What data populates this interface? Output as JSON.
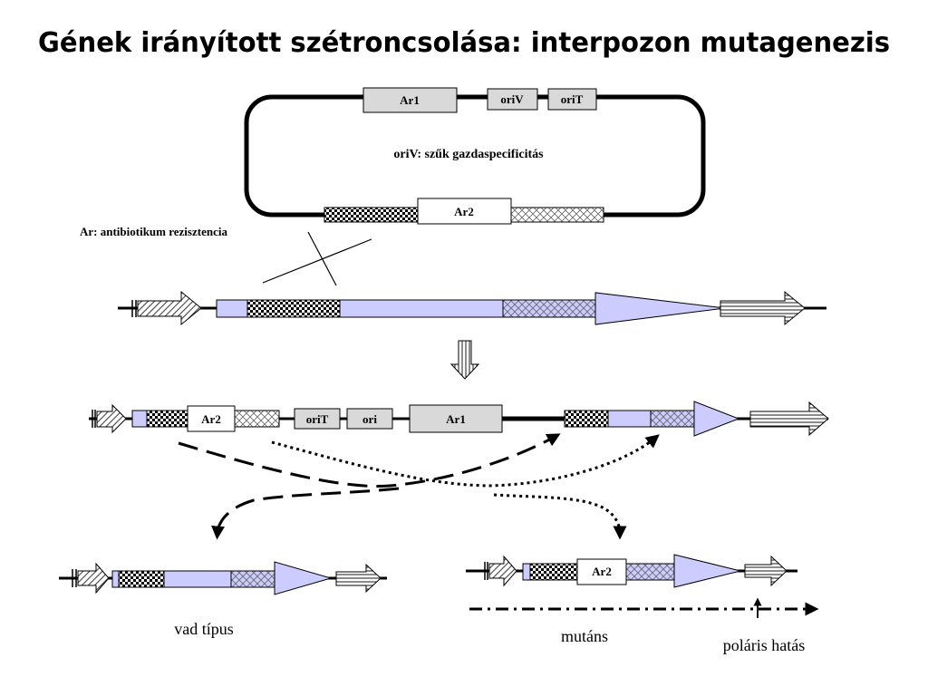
{
  "title": "Gének irányított szétroncsolása: interpozon mutagenezis",
  "plasmid": {
    "ar1": "Ar1",
    "oriV": "oriV",
    "oriT": "oriT",
    "note": "oriV: szűk gazdaspecificitás",
    "ar2": "Ar2"
  },
  "legend_ar": "Ar: antibiotikum rezisztencia",
  "integrated": {
    "ar2": "Ar2",
    "oriT": "oriT",
    "ori": "ori",
    "ar1": "Ar1"
  },
  "wild_type": {
    "label": "vad típus"
  },
  "mutant": {
    "ar2": "Ar2",
    "label": "mutáns",
    "polar_effect": "poláris hatás"
  },
  "colors": {
    "gene": "#ccccff",
    "box": "#d9d9d9",
    "line": "#000000"
  }
}
